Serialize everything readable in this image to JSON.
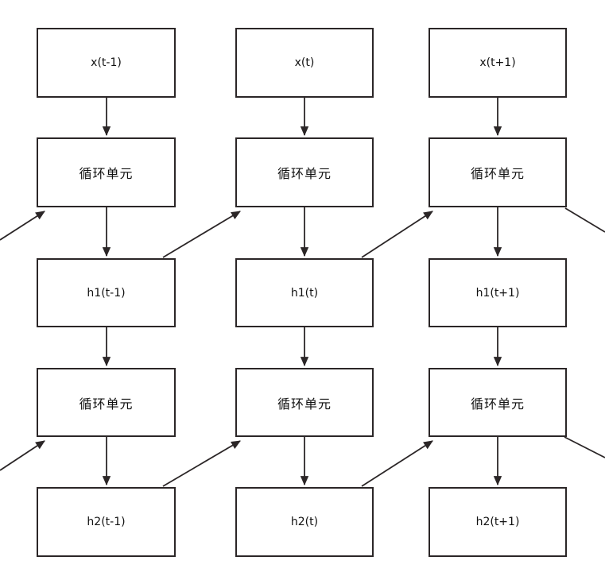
{
  "diagram": {
    "rows": [
      {
        "name": "input",
        "labels": [
          "x(t-1)",
          "x(t)",
          "x(t+1)"
        ]
      },
      {
        "name": "recurrent-layer-1",
        "labels": [
          "循环单元",
          "循环单元",
          "循环单元"
        ]
      },
      {
        "name": "hidden-state-1",
        "labels": [
          "h1(t-1)",
          "h1(t)",
          "h1(t+1)"
        ]
      },
      {
        "name": "recurrent-layer-2",
        "labels": [
          "循环单元",
          "循环单元",
          "循环单元"
        ]
      },
      {
        "name": "hidden-state-2",
        "labels": [
          "h2(t-1)",
          "h2(t)",
          "h2(t+1)"
        ]
      }
    ],
    "edges": {
      "vertical_per_column": [
        "x → 循环单元",
        "循环单元 → h1",
        "h1 → 循环单元",
        "循环单元 → h2"
      ],
      "recurrent": [
        "off-canvas → 循环单元 layer1 (t-1)",
        "h1(t-1) → 循环单元 layer1 (t)",
        "h1(t) → 循环单元 layer1 (t+1)",
        "循环单元 layer1 (t+1) → off-canvas",
        "off-canvas → 循环单元 layer2 (t-1)",
        "h2(t-1) → 循环单元 layer2 (t)",
        "h2(t) → 循环单元 layer2 (t+1)",
        "循环单元 layer2 (t+1) → off-canvas"
      ]
    },
    "colors": {
      "stroke": "#2b2627",
      "background": "#ffffff",
      "text": "#111111"
    }
  }
}
